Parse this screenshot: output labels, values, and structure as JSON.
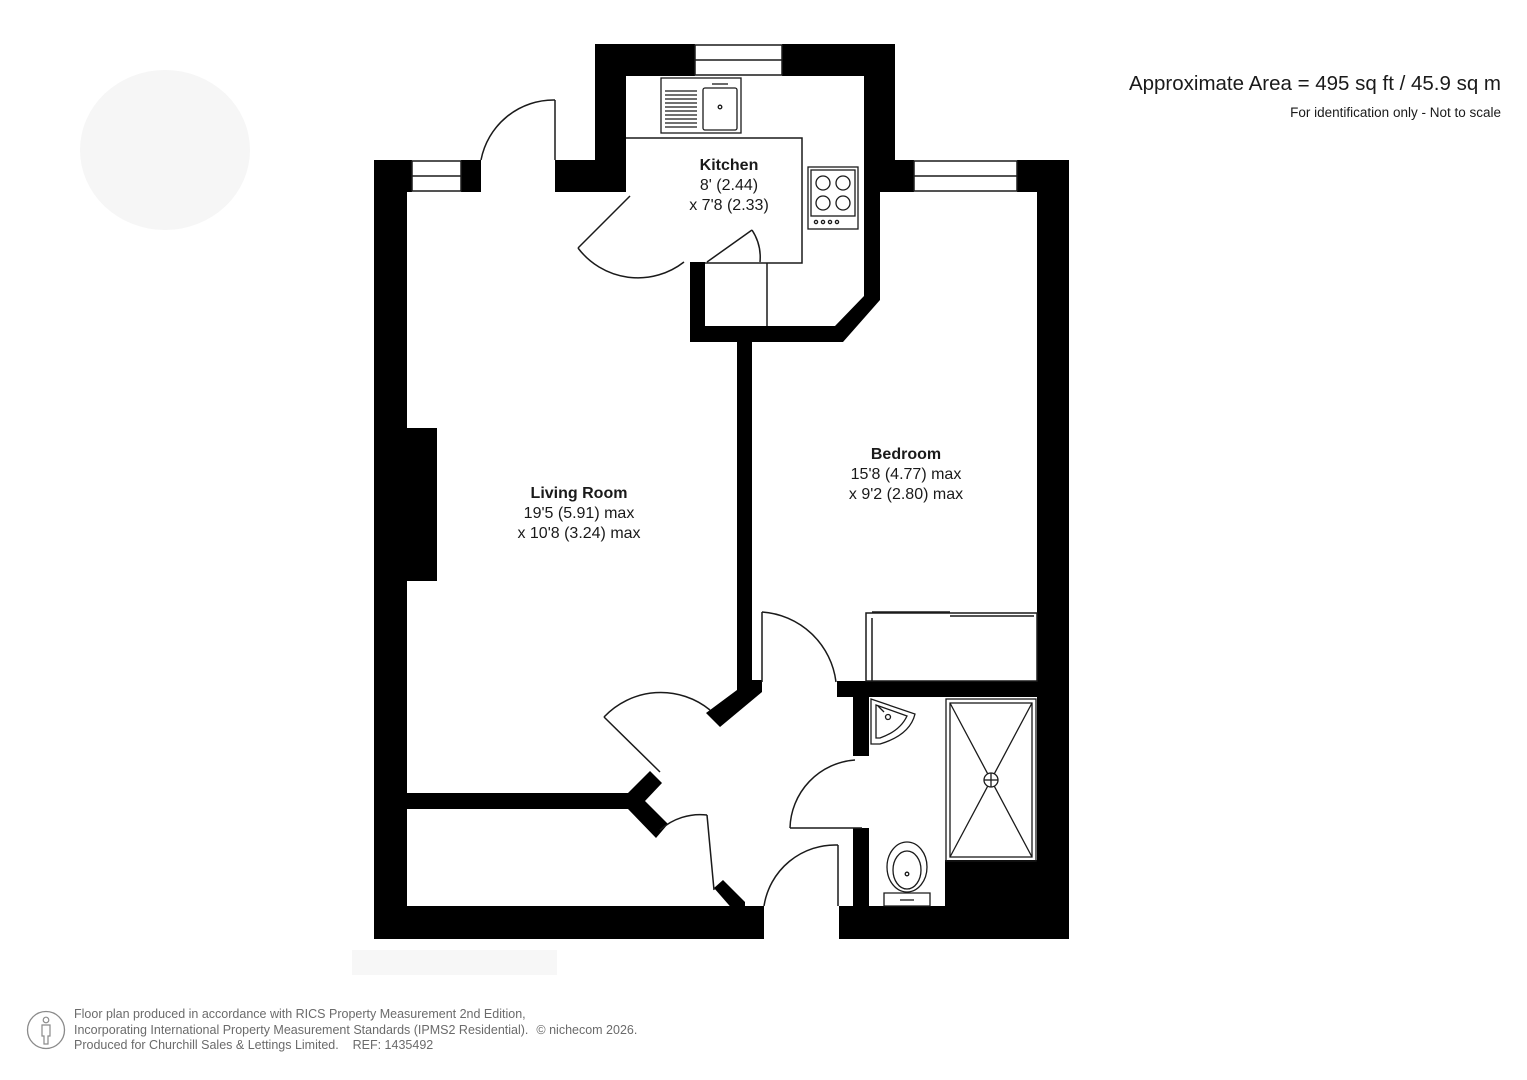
{
  "header": {
    "area_title": "Approximate Area = 495 sq ft / 45.9 sq m",
    "area_note": "For identification only - Not to scale"
  },
  "rooms": {
    "kitchen": {
      "name": "Kitchen",
      "dim1": "8' (2.44)",
      "dim2": "x 7'8 (2.33)"
    },
    "living_room": {
      "name": "Living Room",
      "dim1": "19'5 (5.91) max",
      "dim2": "x 10'8 (3.24) max"
    },
    "bedroom": {
      "name": "Bedroom",
      "dim1": "15'8 (4.77) max",
      "dim2": "x 9'2 (2.80) max"
    }
  },
  "footer": {
    "line1": "Floor plan produced in accordance with RICS Property Measurement 2nd Edition,",
    "line2": "Incorporating International Property Measurement Standards (IPMS2 Residential).",
    "copyright": "© nichecom 2026.",
    "line3": "Produced for Churchill Sales & Lettings Limited.    REF: 1435492"
  },
  "colors": {
    "wall": "#000000",
    "line": "#1a1a1a",
    "footer_text": "#6b6b6b",
    "background": "#ffffff"
  },
  "icons": [
    "person-icon",
    "sink-icon",
    "hob-icon",
    "shower-drain-icon",
    "toilet-icon",
    "basin-icon"
  ]
}
